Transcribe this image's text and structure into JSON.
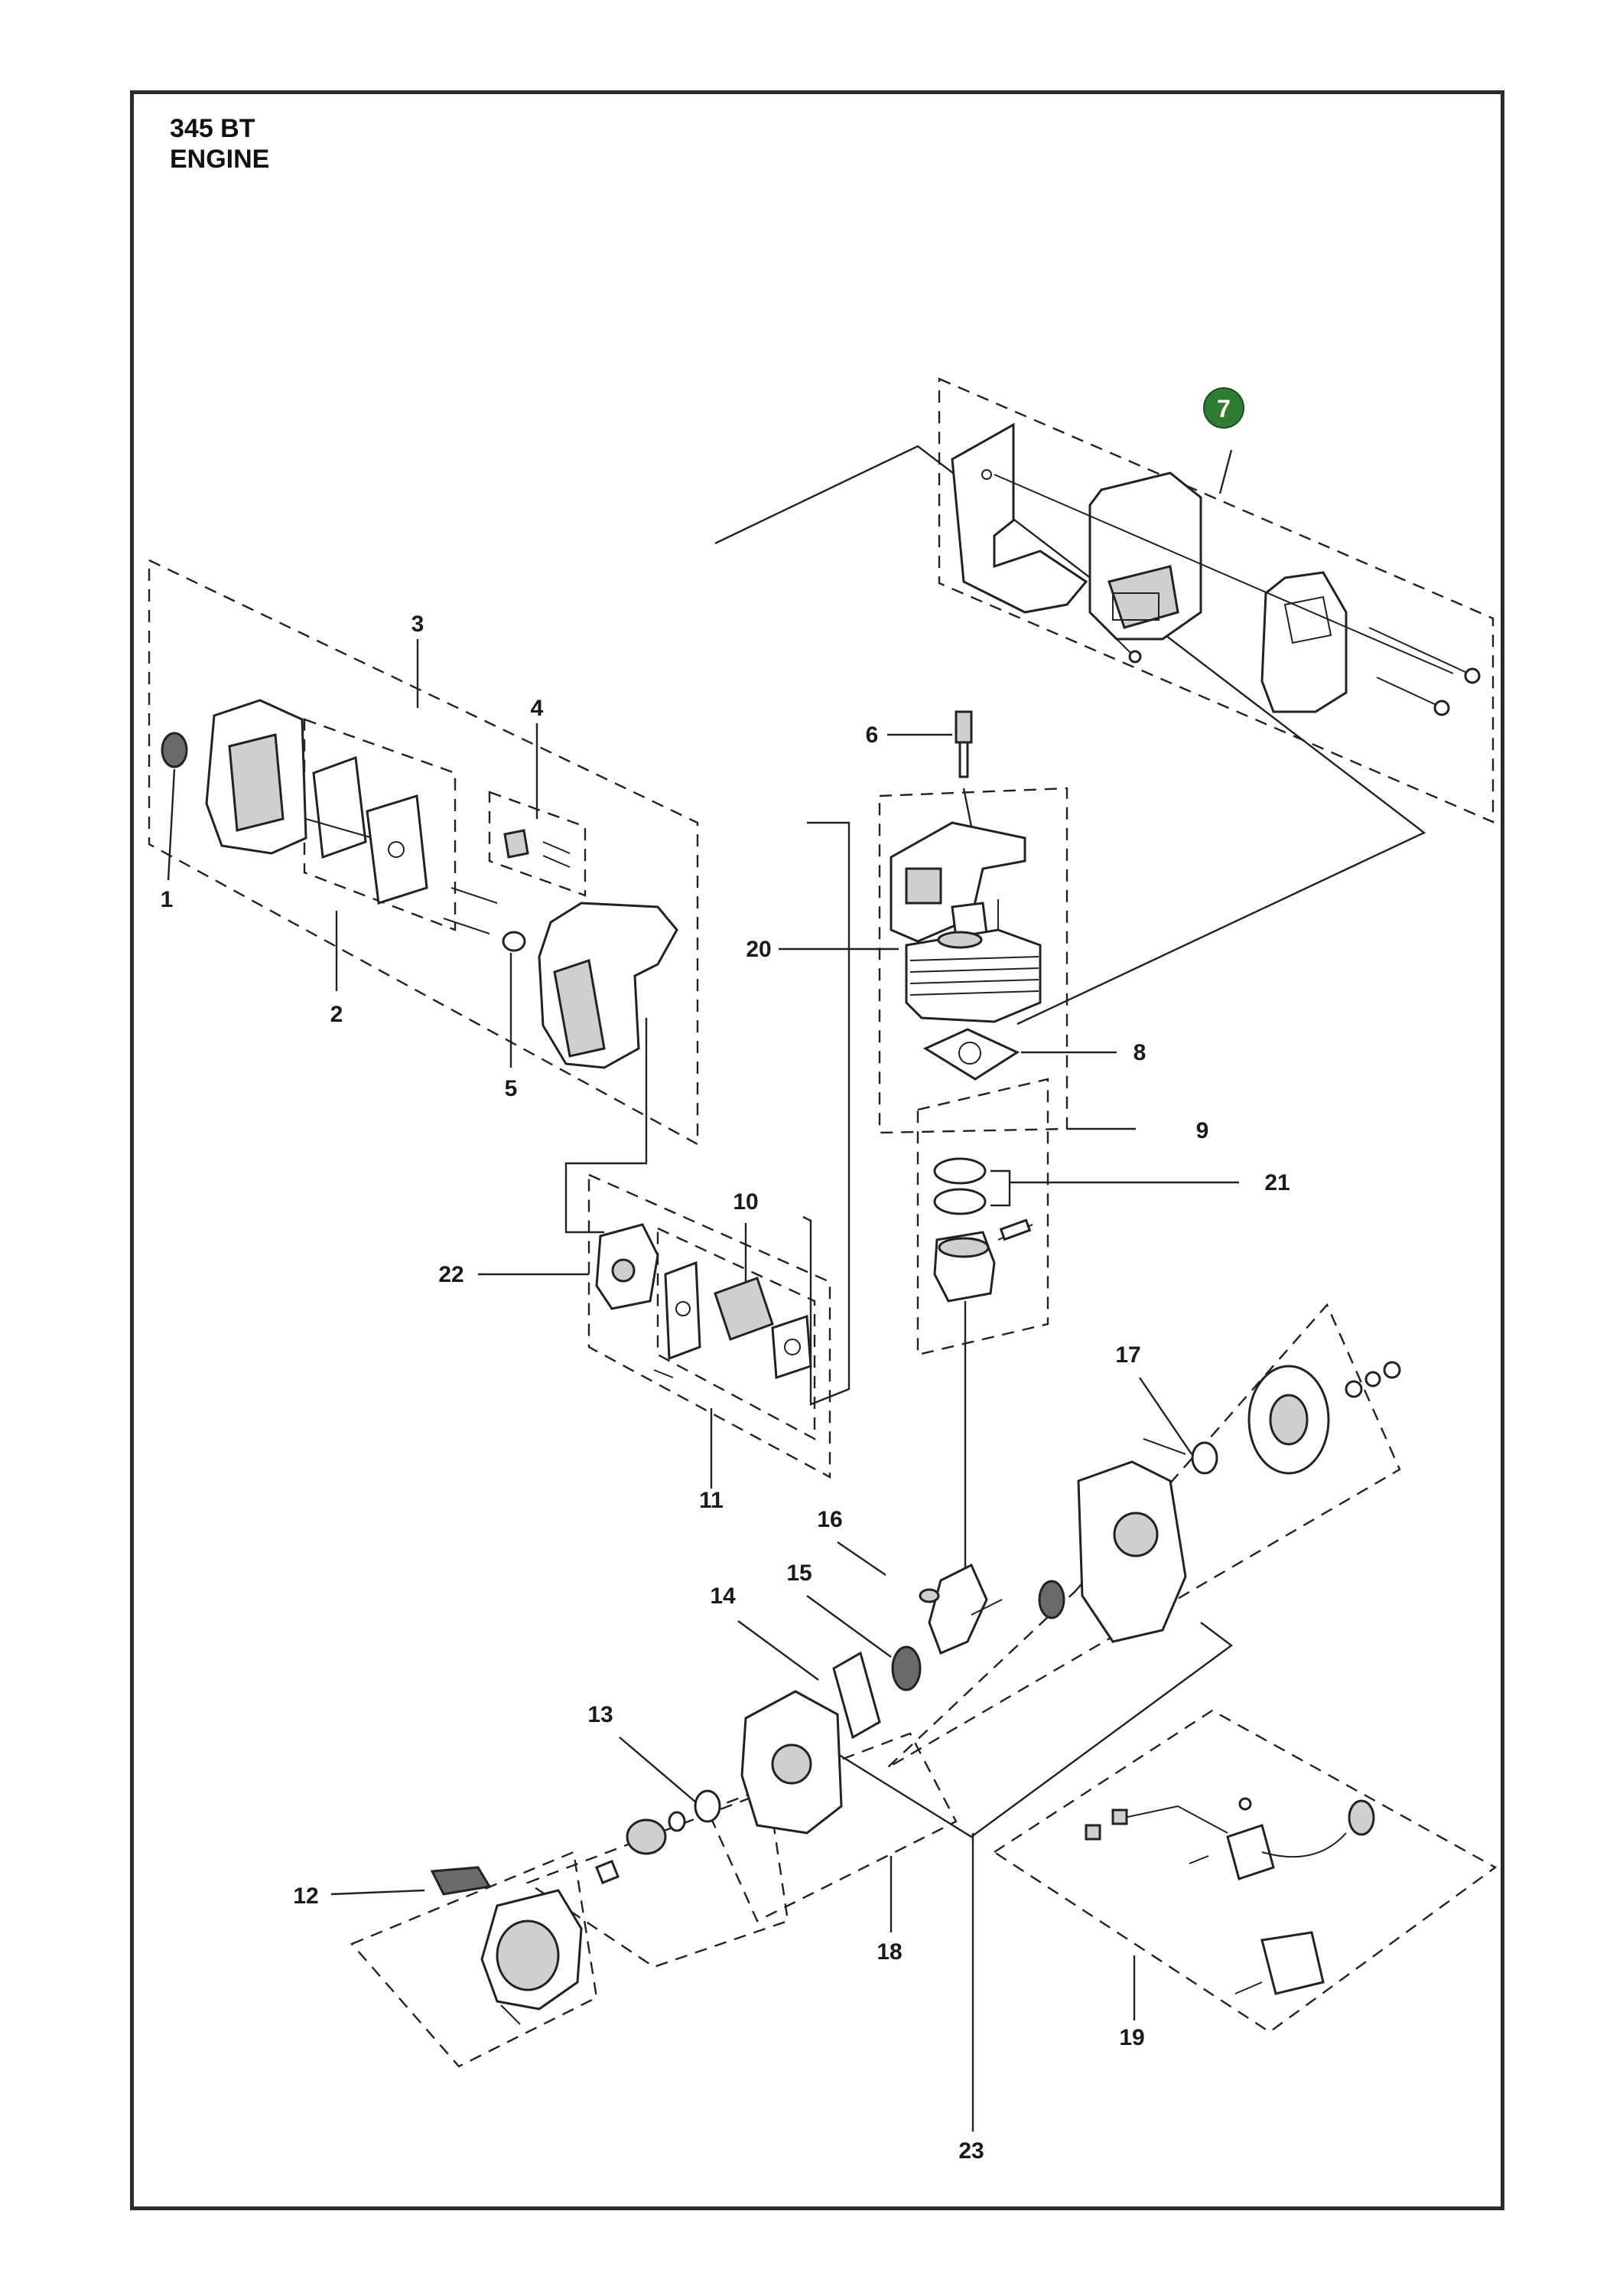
{
  "title": {
    "model": "345 BT",
    "section": "ENGINE"
  },
  "colors": {
    "highlight_badge": "#2e7d32",
    "line": "#222222",
    "frame": "#2b2b2b"
  },
  "callouts": {
    "c1": "1",
    "c2": "2",
    "c3": "3",
    "c4": "4",
    "c5": "5",
    "c6": "6",
    "c7": "7",
    "c8": "8",
    "c9": "9",
    "c10": "10",
    "c11": "11",
    "c12": "12",
    "c13": "13",
    "c14": "14",
    "c15": "15",
    "c16": "16",
    "c17": "17",
    "c18": "18",
    "c19": "19",
    "c20": "20",
    "c21": "21",
    "c22": "22",
    "c23": "23"
  },
  "highlighted_callout": "7"
}
